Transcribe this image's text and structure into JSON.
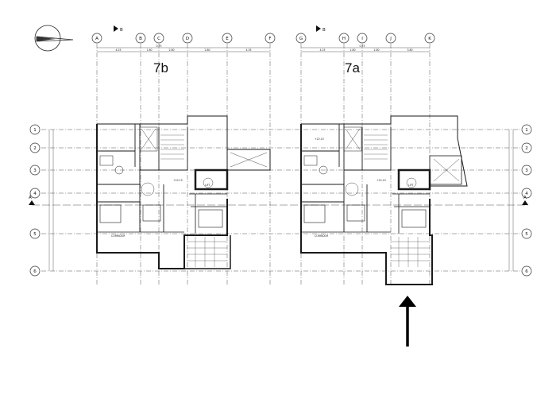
{
  "plans": [
    {
      "title": "7b",
      "col_grid": [
        "A",
        "B",
        "C",
        "D",
        "E",
        "F"
      ]
    },
    {
      "title": "7a",
      "col_grid": [
        "G",
        "H",
        "I",
        "J",
        "K"
      ]
    }
  ],
  "row_grid": [
    "1",
    "2",
    "3",
    "4",
    "5",
    "6"
  ],
  "section_mark": "B",
  "section_side_mark": "A",
  "dim_labels": [
    "4.25",
    "1.80",
    "2.80",
    "2.80",
    "4.35",
    "3.80",
    "0.75"
  ],
  "room_labels": [
    "CORRIDOR",
    "LIFT",
    "+22.15"
  ],
  "colors": {
    "line": "#1a1a1a",
    "grid": "#555555",
    "arrow": "#000000"
  },
  "icons": [
    "north-arrow-icon",
    "direction-arrow-icon"
  ]
}
